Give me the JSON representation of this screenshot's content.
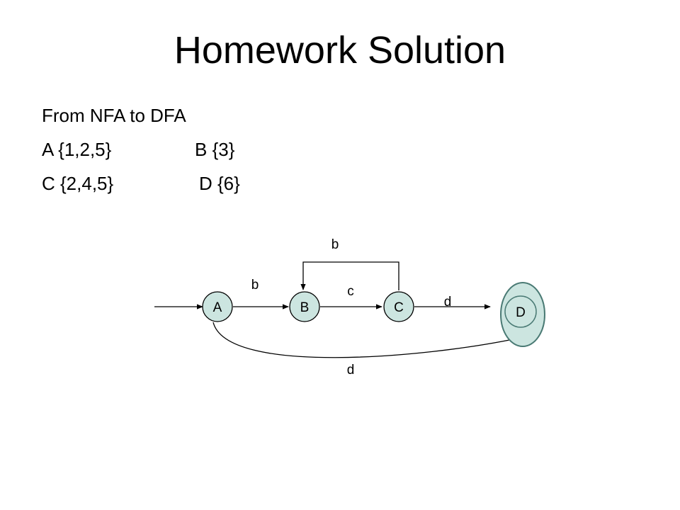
{
  "title": "Homework Solution",
  "lines": [
    {
      "left": "From NFA to DFA",
      "right": ""
    },
    {
      "left": "A {1,2,5}",
      "right": "B {3}"
    },
    {
      "left": "C {2,4,5}",
      "right": "D {6}"
    }
  ],
  "diagram": {
    "states": [
      {
        "id": "A",
        "label": "A",
        "start": true,
        "final": false
      },
      {
        "id": "B",
        "label": "B",
        "start": false,
        "final": false
      },
      {
        "id": "C",
        "label": "C",
        "start": false,
        "final": false
      },
      {
        "id": "D",
        "label": "D",
        "start": false,
        "final": true
      }
    ],
    "transitions": [
      {
        "from": "A",
        "to": "B",
        "label": "b"
      },
      {
        "from": "B",
        "to": "C",
        "label": "c"
      },
      {
        "from": "C",
        "to": "B",
        "label": "b"
      },
      {
        "from": "C",
        "to": "D",
        "label": "d"
      },
      {
        "from": "A",
        "to": "D",
        "label": "d"
      }
    ],
    "colors": {
      "state_fill": "#cce5e0",
      "final_stroke": "#4a7a74",
      "edge": "#000000"
    }
  }
}
